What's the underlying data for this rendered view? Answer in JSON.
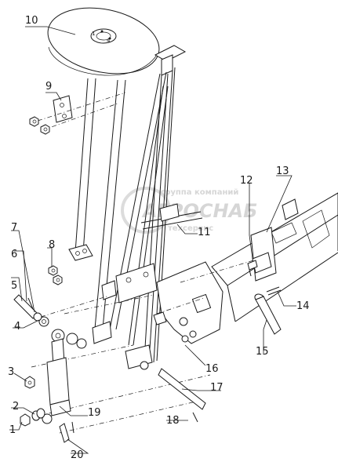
{
  "watermark": {
    "line1": "группа компаний",
    "line2": "АГРОСНАБ",
    "line3": "техсервис"
  },
  "callouts": {
    "c1": "1",
    "c2": "2",
    "c3": "3",
    "c4": "4",
    "c5": "5",
    "c6": "6",
    "c7": "7",
    "c8": "8",
    "c9": "9",
    "c10": "10",
    "c11": "11",
    "c12": "12",
    "c13": "13",
    "c14": "14",
    "c15": "15",
    "c16": "16",
    "c17": "17",
    "c18": "18",
    "c19": "19",
    "c20": "20"
  },
  "disc_marks": [
    "1",
    "4"
  ]
}
